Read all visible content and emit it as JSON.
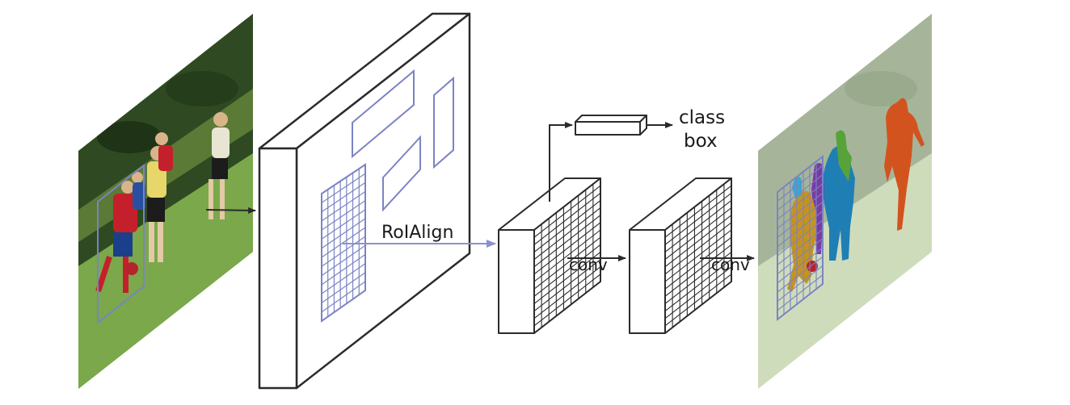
{
  "labels": {
    "roialign": "RoIAlign",
    "conv_1": "conv",
    "conv_2": "conv",
    "class": "class",
    "box": "box"
  },
  "colors": {
    "stroke": "#2b2b2b",
    "roi": "#7b83c4",
    "mask_yellow": "#c6931e",
    "mask_purple": "#7a3aa3",
    "mask_blue": "#1f7fb5",
    "mask_green": "#58a23a",
    "mask_orange": "#d3531f",
    "mask_cyan": "#3aa6cf"
  }
}
